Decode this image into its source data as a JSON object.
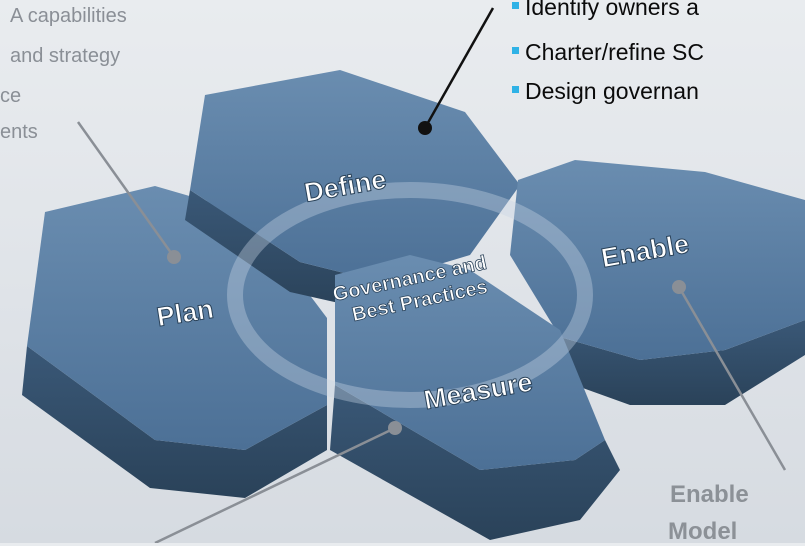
{
  "left_notes": [
    "A capabilities",
    "and strategy",
    "ce",
    "ents"
  ],
  "define_bullets": [
    "Identify owners a",
    "Charter/refine SC",
    "Design governan"
  ],
  "hexagons": {
    "define": "Define",
    "plan": "Plan",
    "enable": "Enable",
    "measure": "Measure"
  },
  "center": {
    "line1": "Governance and",
    "line2": "Best Practices"
  },
  "enable_callout": [
    "Enable",
    "Model"
  ],
  "colors": {
    "hex_top": "#557a9f",
    "hex_side": "#34506b",
    "hex_label": "#ffffff",
    "bullet": "#2fb2e6",
    "connector_dark": "#111111",
    "connector_gray": "#8a8f96"
  }
}
